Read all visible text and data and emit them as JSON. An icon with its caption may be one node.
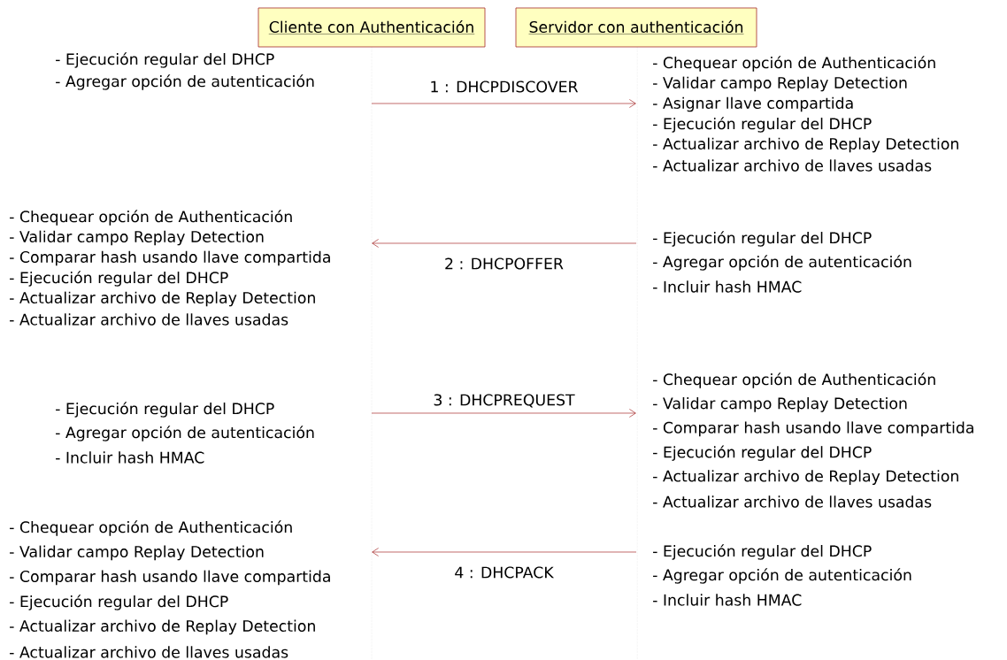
{
  "diagram": {
    "nodes": [
      {
        "text": [
          "Cliente con Authenticación"
        ]
      },
      {
        "text": [
          "Servidor con authenticación"
        ]
      }
    ],
    "edges": [
      {
        "from": 0,
        "to": 1,
        "arrow": "to",
        "label": "1 : DHCPDISCOVER"
      },
      {
        "from": 1,
        "to": 0,
        "arrow": "to",
        "label": "2 : DHCPOFFER"
      },
      {
        "from": 0,
        "to": 1,
        "arrow": "to",
        "label": "3 : DHCPREQUEST"
      },
      {
        "from": 1,
        "to": 0,
        "arrow": "to",
        "label": "4 : DHCPACK"
      }
    ],
    "labels": [
      "- Ejecución regular del DHCP",
      "- Agregar opción de autenticación",
      "- Chequear opción de Authenticación",
      "- Validar campo Replay Detection",
      "- Asignar llave compartida",
      "- Ejecución regular del DHCP",
      "- Actualizar archivo de Replay Detection",
      "- Actualizar archivo de llaves usadas",
      "- Chequear opción de Authenticación",
      "- Validar campo Replay Detection",
      "- Comparar hash usando llave compartida",
      "- Ejecución regular del DHCP",
      "- Actualizar archivo de Replay Detection",
      "- Actualizar archivo de llaves usadas",
      "- Ejecución regular del DHCP",
      "- Agregar opción de autenticación",
      "- Incluir hash HMAC",
      "- Ejecución regular del DHCP",
      "- Agregar opción de autenticación",
      "- Incluir hash HMAC",
      "- Chequear opción de Authenticación",
      "- Validar campo Replay Detection",
      "- Comparar hash usando llave compartida",
      "- Ejecución regular del DHCP",
      "- Actualizar archivo de Replay Detection",
      "- Actualizar archivo de llaves usadas",
      "- Chequear opción de Authenticación",
      "- Validar campo Replay Detection",
      "- Comparar hash usando llave compartida",
      "- Ejecución regular del DHCP",
      "- Actualizar archivo de Replay Detection",
      "- Actualizar archivo de llaves usadas",
      "- Ejecución regular del DHCP",
      "- Agregar opción de autenticación",
      "- Incluir hash HMAC"
    ]
  }
}
